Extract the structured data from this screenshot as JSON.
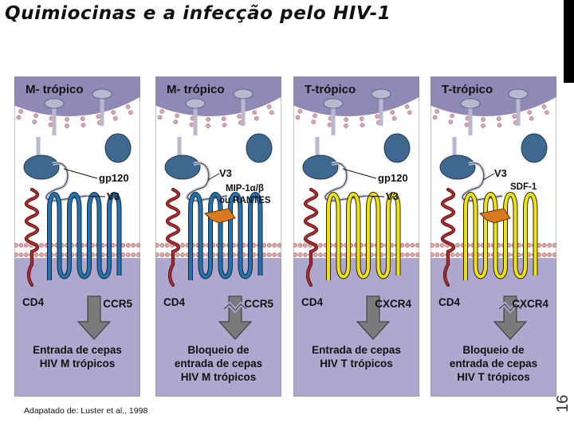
{
  "slide": {
    "title": "Quimiocinas e a infecção pelo HIV-1",
    "citation": "Adapatado de: Luster et al., 1998",
    "slide_number": "16"
  },
  "panels": [
    {
      "tropism": "M- trópico",
      "envelope_label": "gp120",
      "loop_label": "V3",
      "receptor": "CD4",
      "coreceptor": "CCR5",
      "coreceptor_color": "#1f73b8",
      "blocked": false,
      "chemokine": "",
      "outcome_line1": "Entrada de cepas",
      "outcome_line2": "HIV M trópicos",
      "outcome_line3": ""
    },
    {
      "tropism": "M- trópico",
      "envelope_label": "",
      "loop_label": "V3",
      "receptor": "CD4",
      "coreceptor": "CCR5",
      "coreceptor_color": "#1f73b8",
      "blocked": true,
      "chemokine_line1": "MIP-1α/β",
      "chemokine_line2": "ou RANTES",
      "outcome_line1": "Bloqueio de",
      "outcome_line2": "entrada de cepas",
      "outcome_line3": "HIV M trópicos"
    },
    {
      "tropism": "T-trópico",
      "envelope_label": "gp120",
      "loop_label": "V3",
      "receptor": "CD4",
      "coreceptor": "CXCR4",
      "coreceptor_color": "#f2e400",
      "blocked": false,
      "chemokine": "",
      "outcome_line1": "Entrada de cepas",
      "outcome_line2": "HIV T trópicos",
      "outcome_line3": ""
    },
    {
      "tropism": "T-trópico",
      "envelope_label": "",
      "loop_label": "V3",
      "receptor": "CD4",
      "coreceptor": "CXCR4",
      "coreceptor_color": "#f2e400",
      "blocked": true,
      "chemokine_line1": "SDF-1",
      "chemokine_line2": "",
      "outcome_line1": "Bloqueio de",
      "outcome_line2": "entrada de cepas",
      "outcome_line3": "HIV T trópicos"
    }
  ],
  "colors": {
    "virion": "#8e89b5",
    "cytoplasm": "#aea8cf",
    "bilayer": "#e0a2a4",
    "gp120": "#3e6890",
    "gp41": "#b8b8cf",
    "cd4": "#b02a2a",
    "chemokine": "#d97a1e",
    "arrow": "#7a7a7a"
  }
}
